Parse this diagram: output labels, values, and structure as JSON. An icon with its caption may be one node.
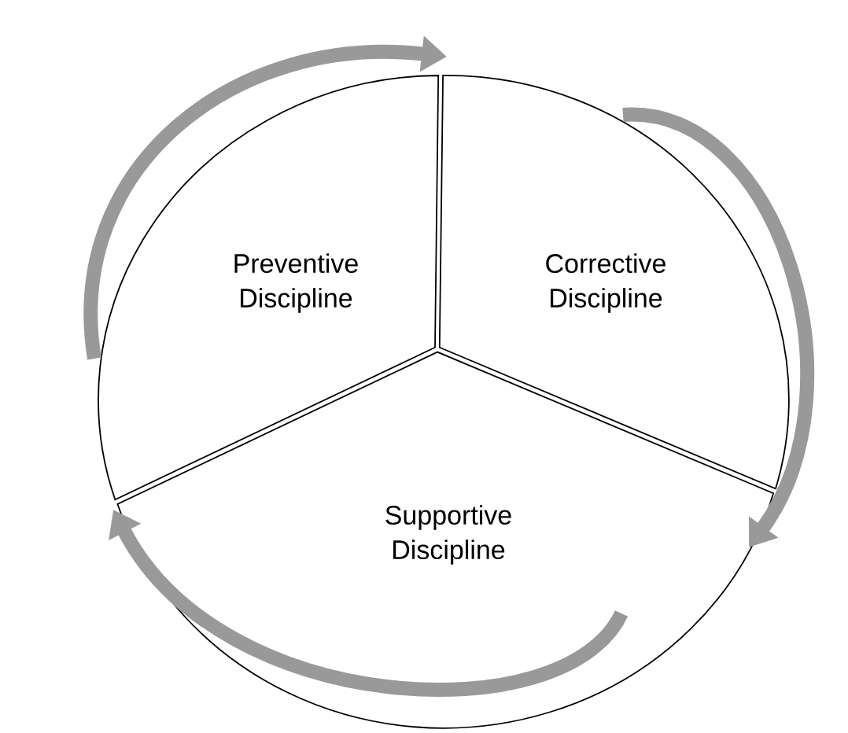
{
  "diagram": {
    "nodes": [
      {
        "text": [
          "Preventive Discipline"
        ]
      },
      {
        "text": [
          "Corrective Discipline"
        ]
      },
      {
        "text": [
          "Supportive Discipline"
        ]
      }
    ],
    "edges": [
      {
        "from": 0,
        "to": 1,
        "arrow": "to"
      },
      {
        "from": 1,
        "to": 2,
        "arrow": "to"
      },
      {
        "from": 2,
        "to": 0,
        "arrow": "to"
      }
    ]
  }
}
